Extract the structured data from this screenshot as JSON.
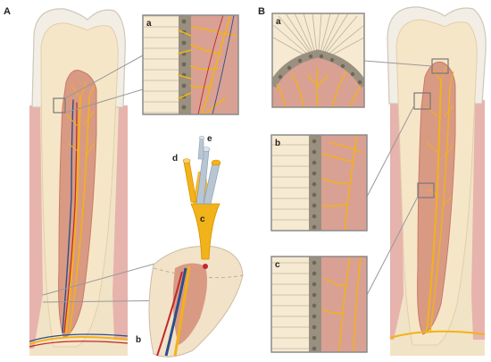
{
  "panels": {
    "A": {
      "label": "A",
      "insets": [
        "a"
      ],
      "callouts": [
        "b",
        "c",
        "d",
        "e"
      ]
    },
    "B": {
      "label": "B",
      "insets": [
        "a",
        "b",
        "c"
      ]
    }
  },
  "colors": {
    "enamel": "#f2eee5",
    "enamel_stroke": "#cfc7b8",
    "dentin": "#f6e6c8",
    "pulp": "#d99a84",
    "pulp_dark": "#c97a66",
    "gum": "#e7b3ad",
    "bone": "#f1e3c6",
    "nerve": "#f2b21a",
    "nerve_dark": "#d78f00",
    "vessel_red": "#c1272d",
    "vessel_blue": "#2d4f8a",
    "inset_frame": "#8a8a8a",
    "odontoblast": "#9a9080"
  }
}
